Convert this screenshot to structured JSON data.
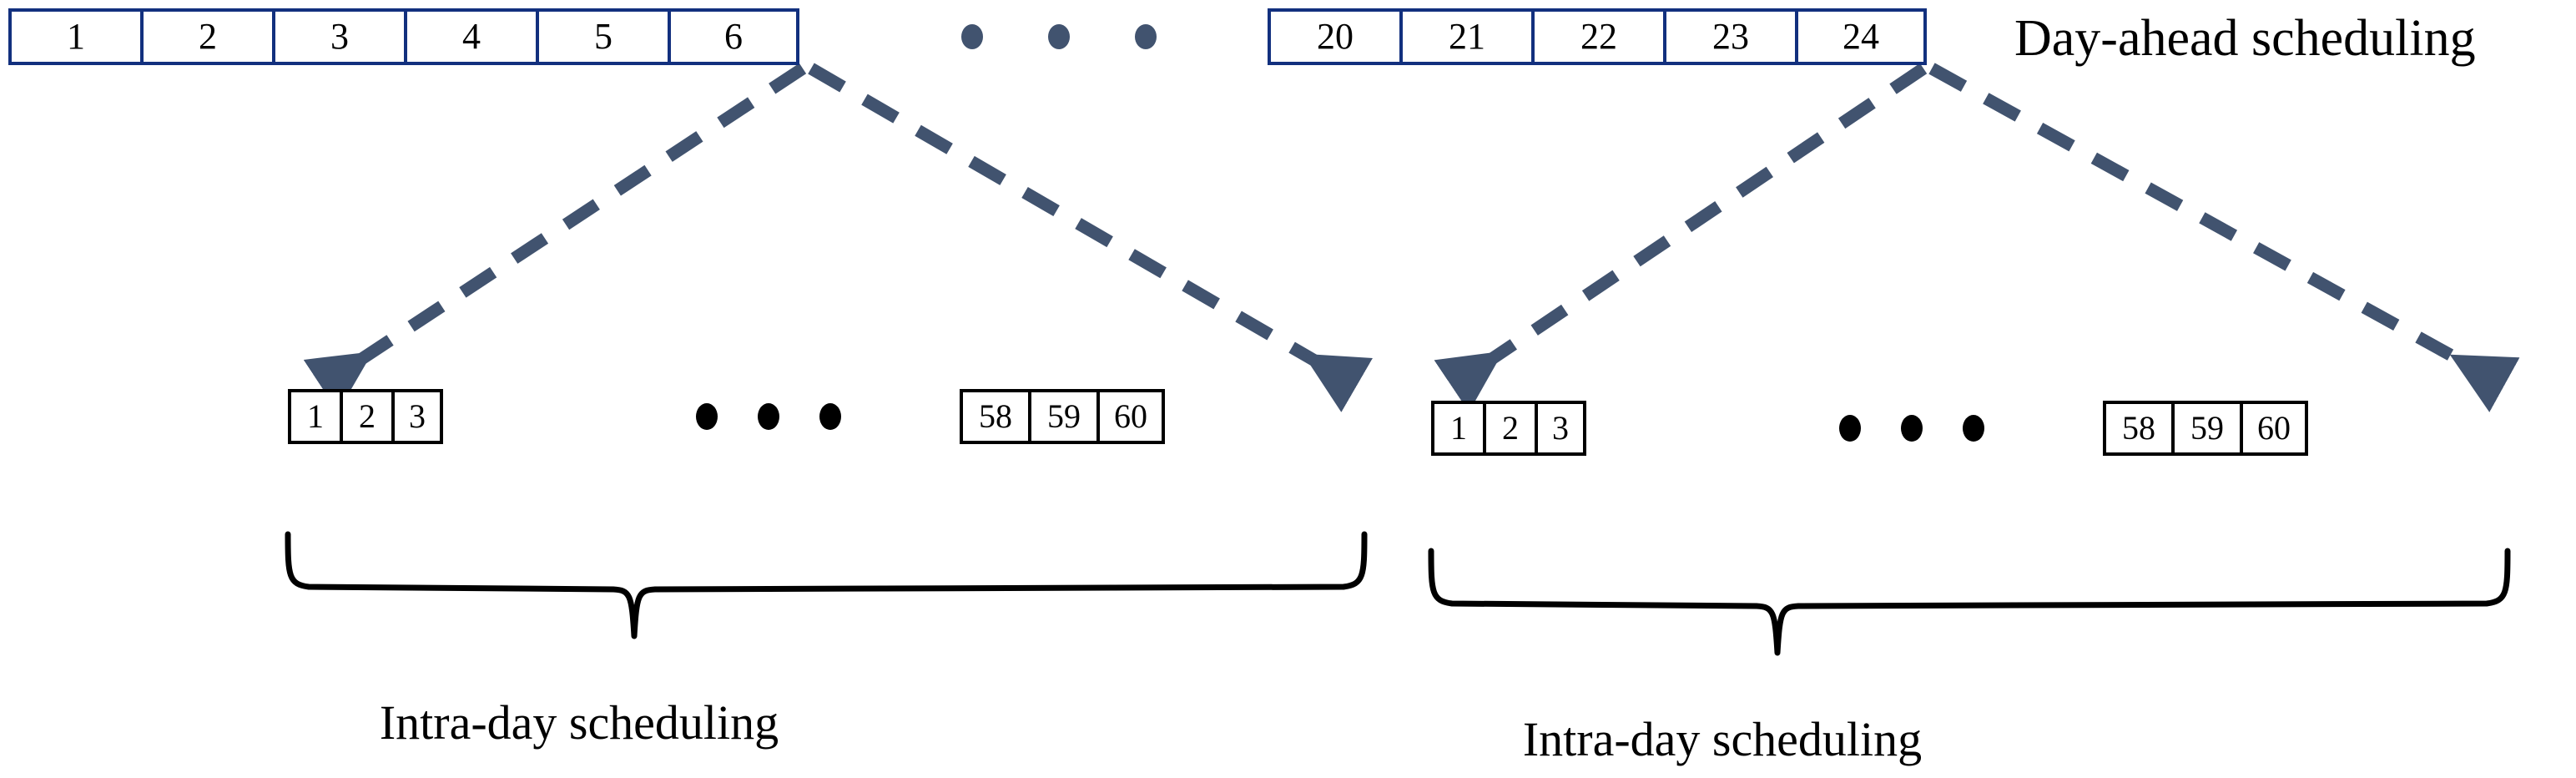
{
  "figure": {
    "type": "two-level-scheduling-timeline",
    "background_color": "#ffffff",
    "colors": {
      "day_ahead_border": "#12307e",
      "intra_day_border": "#000000",
      "arrow": "#41536f",
      "brace": "#000000",
      "day_dots": "#41536f",
      "intra_dots": "#000000",
      "text": "#000000"
    }
  },
  "day_ahead": {
    "label": "Day-ahead scheduling",
    "first_group": [
      "1",
      "2",
      "3",
      "4",
      "5",
      "6"
    ],
    "ellipsis_dots": 3,
    "second_group": [
      "20",
      "21",
      "22",
      "23",
      "24"
    ]
  },
  "intra_day_left": {
    "label": "Intra-day scheduling",
    "first_group": [
      "1",
      "2",
      "3"
    ],
    "ellipsis_dots": 3,
    "second_group": [
      "58",
      "59",
      "60"
    ]
  },
  "intra_day_right": {
    "label": "Intra-day scheduling",
    "first_group": [
      "1",
      "2",
      "3"
    ],
    "ellipsis_dots": 3,
    "second_group": [
      "58",
      "59",
      "60"
    ]
  },
  "connectors": {
    "left_pair_source_slot": "6",
    "right_pair_source_slot": "24",
    "style": "dashed-arrow"
  }
}
